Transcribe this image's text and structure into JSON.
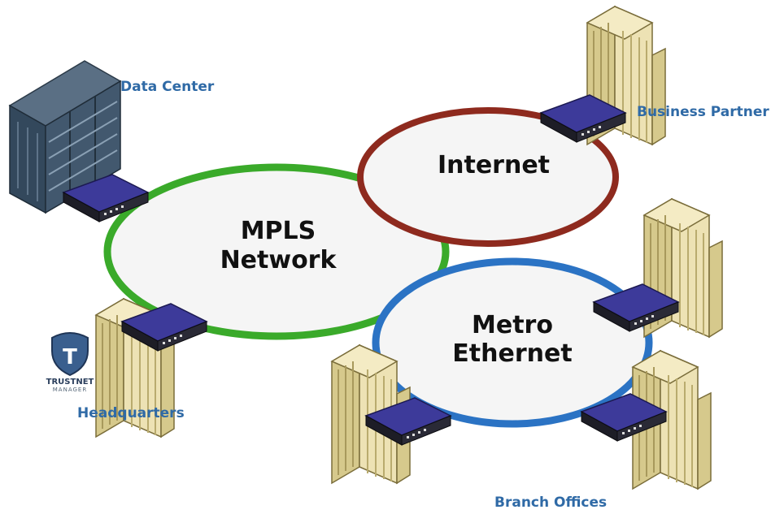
{
  "networks": {
    "mpls": {
      "line1": "MPLS",
      "line2": "Network",
      "color": "#3aaa2a"
    },
    "internet": {
      "label": "Internet",
      "color": "#8e2a1e"
    },
    "metro": {
      "line1": "Metro",
      "line2": "Ethernet",
      "color": "#2b73c4"
    }
  },
  "sites": {
    "data_center": "Data Center",
    "business_partner": "Business Partner",
    "headquarters": "Headquarters",
    "branch_offices": "Branch Offices"
  },
  "logo": {
    "brand": "TRUSTNET",
    "sub": "MANAGER",
    "letter": "T"
  },
  "colors": {
    "label_blue": "#2f6aa6",
    "device_purple": "#3d3a9a",
    "building_tan": "#e8dca8"
  }
}
